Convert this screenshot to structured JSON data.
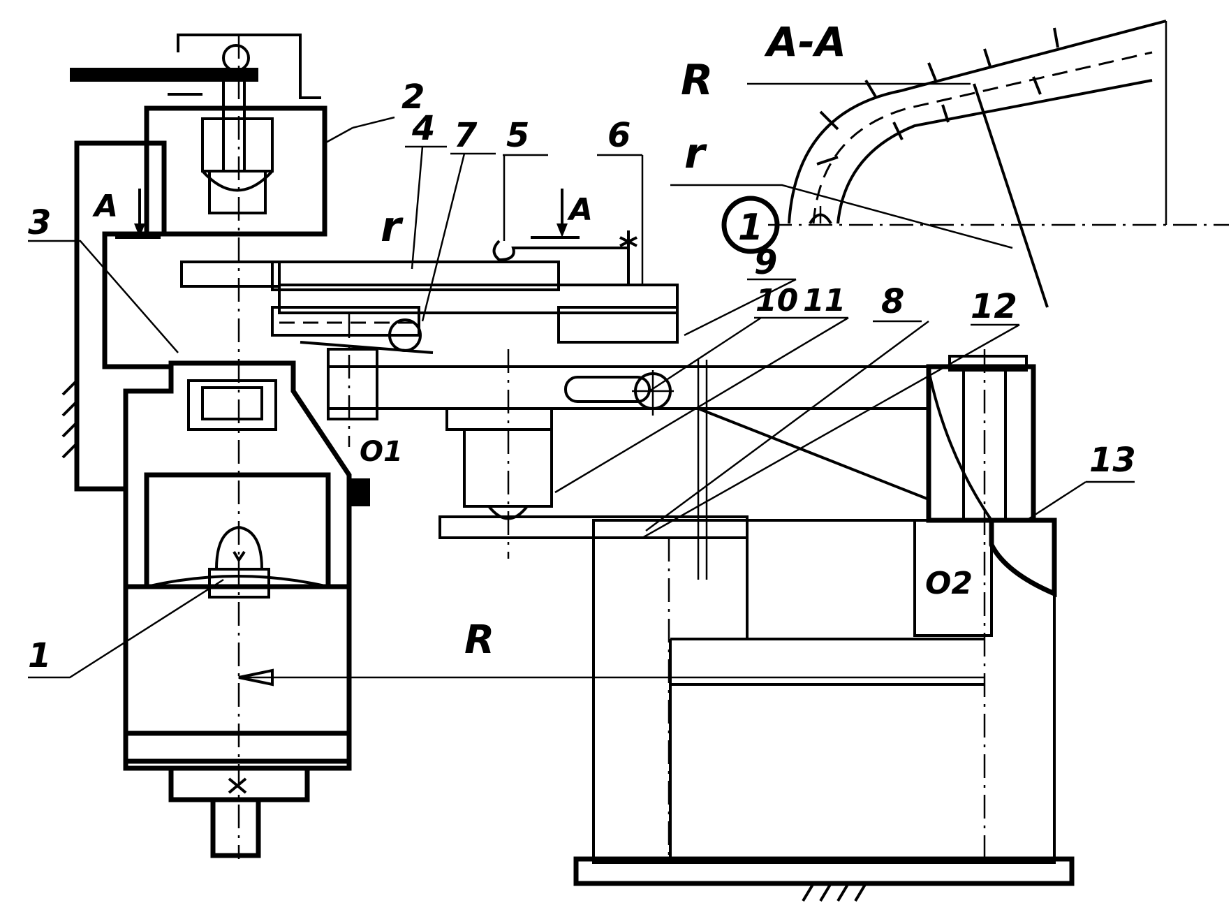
{
  "labels": {
    "section": "A-A",
    "section_mark_left": "A",
    "section_mark_right": "A",
    "radius_big": "R",
    "radius_big_bottom": "R",
    "radius_small": "r",
    "radius_small_section": "r",
    "circle_mark": "1",
    "pivot_1": "O1",
    "pivot_2": "O2",
    "part_1": "1",
    "part_2": "2",
    "part_3": "3",
    "part_4": "4",
    "part_5": "5",
    "part_6": "6",
    "part_7": "7",
    "part_8": "8",
    "part_9": "9",
    "part_10": "10",
    "part_11": "11",
    "part_12": "12",
    "part_13": "13"
  },
  "colors": {
    "ink": "#000000",
    "paper": "#ffffff"
  }
}
